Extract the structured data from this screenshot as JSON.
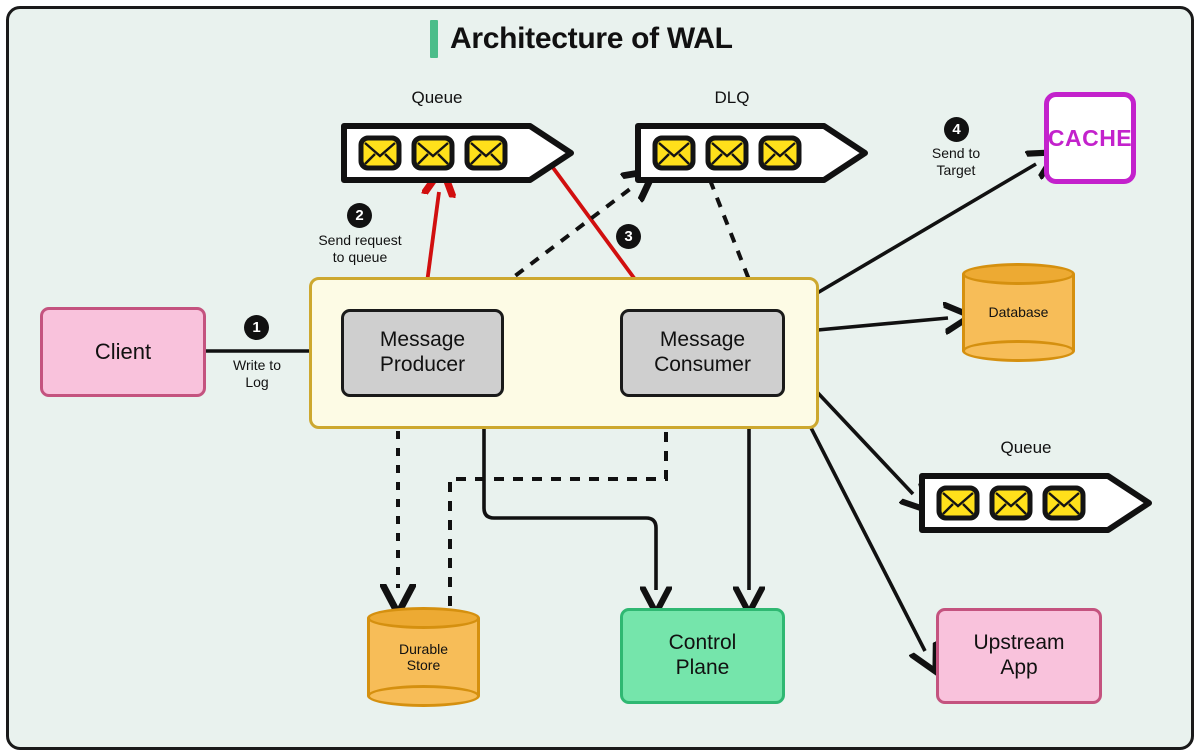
{
  "title": "Architecture of WAL",
  "accent_color": "#4cbd8a",
  "background_color": "#e9f2ee",
  "nodes": {
    "client": "Client",
    "message_producer": "Message\nProducer",
    "message_consumer": "Message\nConsumer",
    "cache": "CACHE",
    "database": "Database",
    "durable_store": "Durable\nStore",
    "control_plane": "Control\nPlane",
    "upstream_app": "Upstream\nApp"
  },
  "node_lines": {
    "message_producer_l1": "Message",
    "message_producer_l2": "Producer",
    "message_consumer_l1": "Message",
    "message_consumer_l2": "Consumer",
    "durable_store_l1": "Durable",
    "durable_store_l2": "Store",
    "control_plane_l1": "Control",
    "control_plane_l2": "Plane",
    "upstream_app_l1": "Upstream",
    "upstream_app_l2": "App"
  },
  "queues": {
    "top_left_label": "Queue",
    "dlq_label": "DLQ",
    "bottom_right_label": "Queue",
    "message_count": 3
  },
  "steps": [
    {
      "number": "1",
      "label_l1": "Write to",
      "label_l2": "Log"
    },
    {
      "number": "2",
      "label_l1": "Send request",
      "label_l2": "to queue"
    },
    {
      "number": "3",
      "label_l1": "",
      "label_l2": ""
    },
    {
      "number": "4",
      "label_l1": "Send to",
      "label_l2": "Target"
    }
  ],
  "colors": {
    "client_fill": "#f9c2dc",
    "client_border": "#c4537f",
    "process_fill": "#cfcfcf",
    "process_border": "#1a1a1a",
    "group_fill": "#fdfbe5",
    "group_border": "#cdaa2f",
    "cache_border": "#c322cc",
    "db_fill": "#f7bd58",
    "db_border": "#d5900f",
    "control_plane_fill": "#75e5ab",
    "control_plane_border": "#2fb872",
    "envelope_fill": "#ffe01b",
    "red_arrow": "#d10f0f",
    "black_arrow": "#111111"
  }
}
